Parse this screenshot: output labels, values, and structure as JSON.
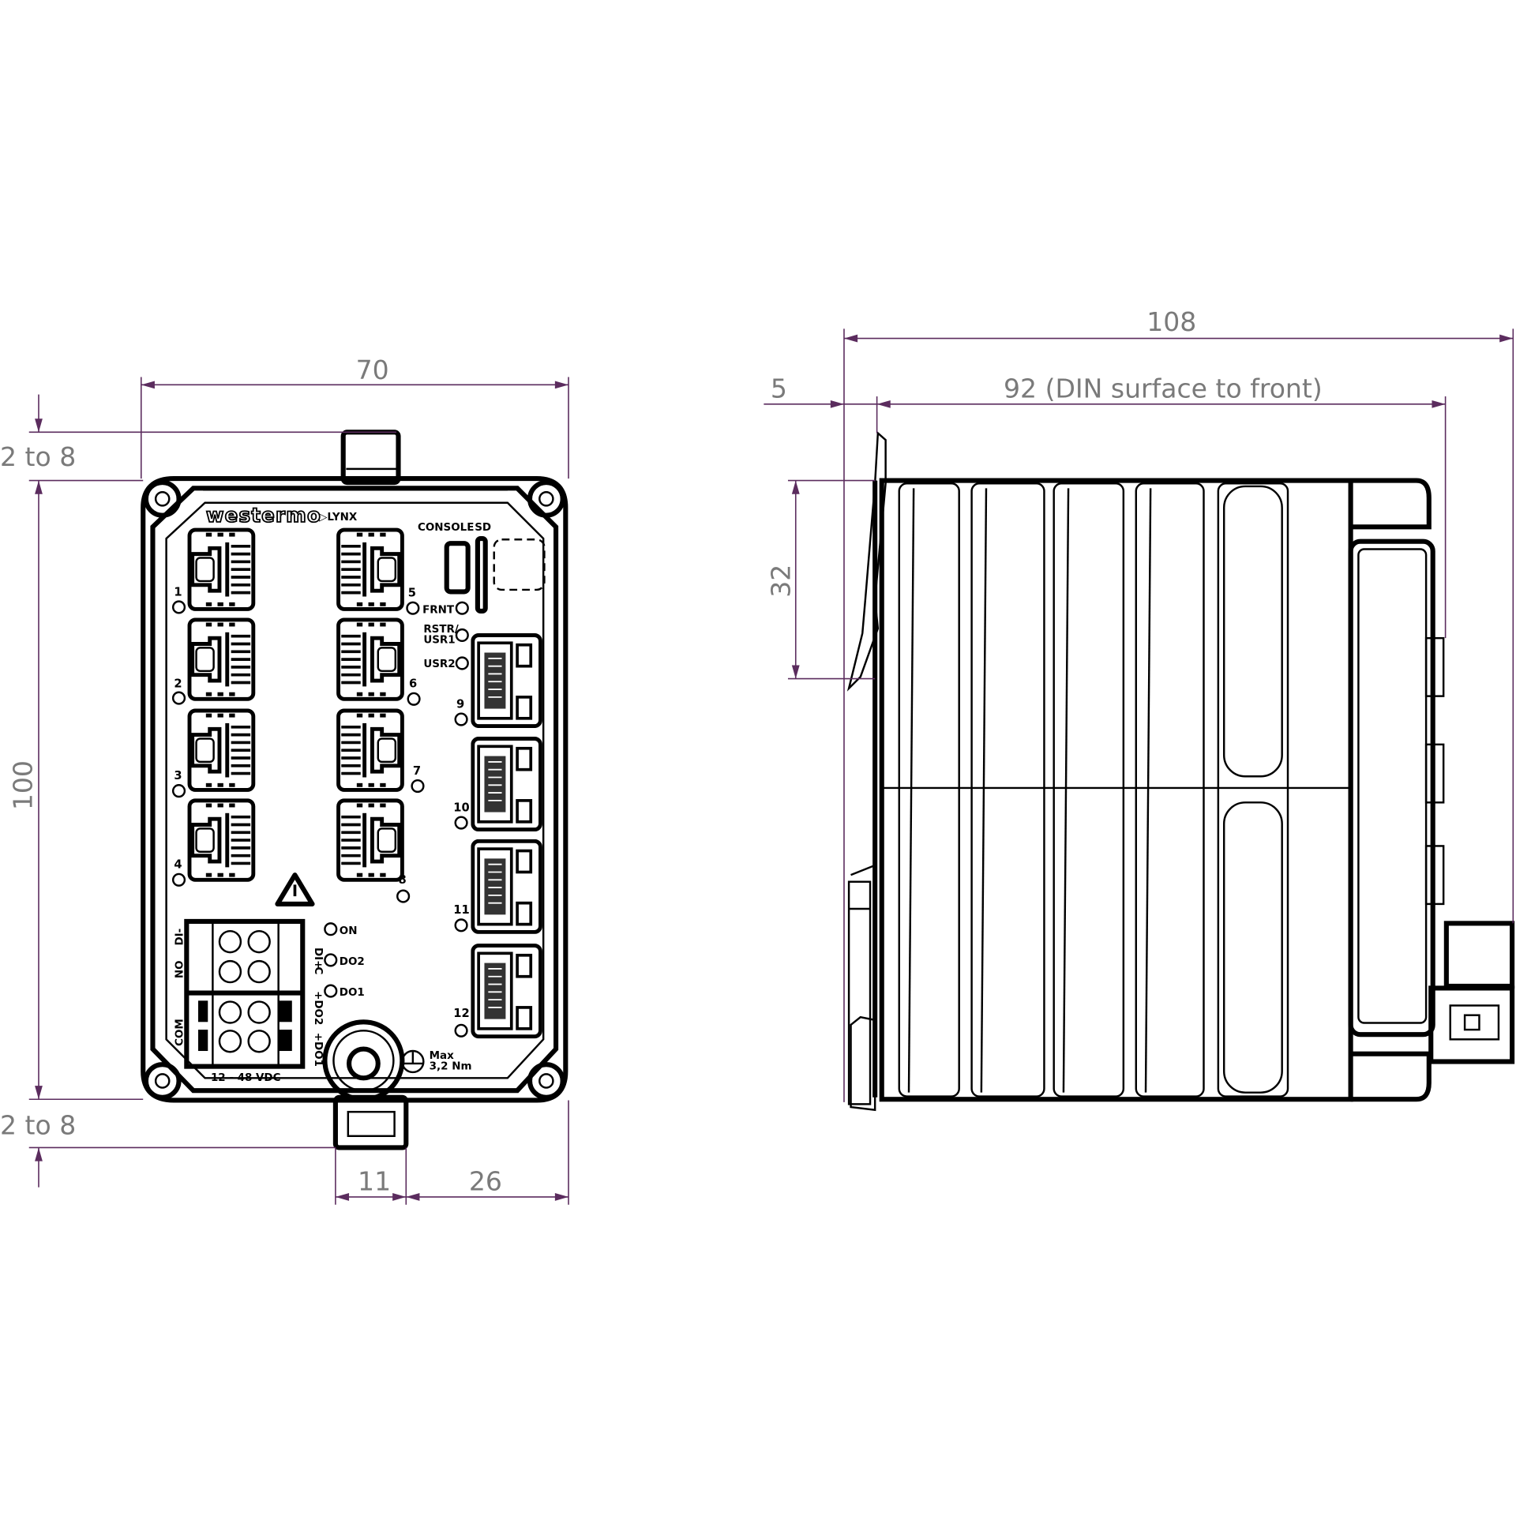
{
  "dimensions": {
    "front_width": "70",
    "top_clearance": "2 to 8",
    "height": "100",
    "bottom_clearance": "2 to 8",
    "clip_width": "11",
    "clip_offset": "26",
    "overall_depth": "108",
    "rail_offset": "5",
    "din_depth": "92 (DIN surface to front)",
    "rail_height": "32"
  },
  "labels": {
    "brand": "westermo",
    "product": "▷LYNX",
    "console": "CONSOLE",
    "sd": "SD",
    "frnt": "FRNT",
    "rstr": "RSTR/",
    "usr1": "USR1",
    "usr2": "USR2",
    "on": "ON",
    "do2": "DO2",
    "do1": "DO1",
    "di_minus": "DI-",
    "no": "NO",
    "com": "COM",
    "di_plus": "DI+",
    "c": "C",
    "plus_do2": "+DO2",
    "plus_do1": "+DO1",
    "power": "12 - 48 VDC",
    "torque_max": "Max",
    "torque_val": "3,2 Nm"
  },
  "ports": [
    "1",
    "2",
    "3",
    "4",
    "5",
    "6",
    "7",
    "8",
    "9",
    "10",
    "11",
    "12"
  ]
}
